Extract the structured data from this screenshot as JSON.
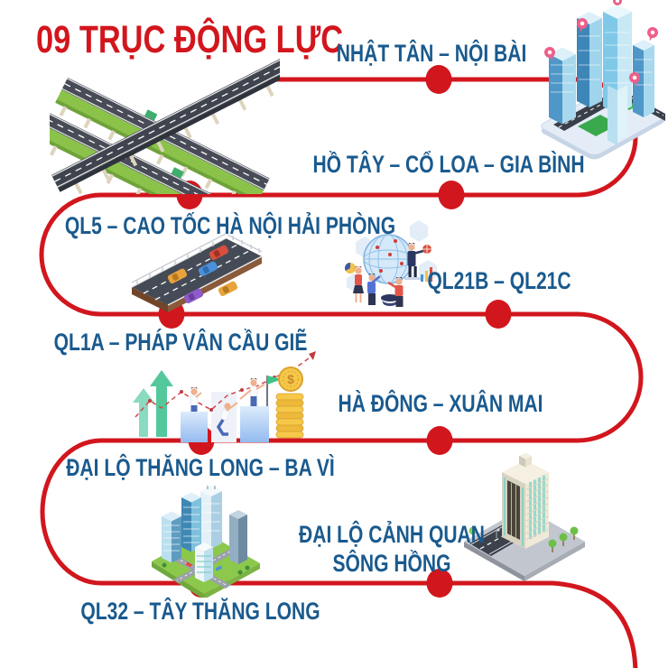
{
  "title": "09 TRỤC ĐỘNG LỰC",
  "routes": [
    {
      "label": "NHẬT TÂN – NỘI BÀI"
    },
    {
      "label": "HỒ TÂY – CỔ LOA – GIA BÌNH"
    },
    {
      "label": "QL5 – CAO TỐC HÀ NỘI HẢI PHÒNG"
    },
    {
      "label": "QL21B – QL21C"
    },
    {
      "label": "QL1A – PHÁP VÂN CẦU GIẼ"
    },
    {
      "label": "HÀ ĐÔNG – XUÂN MAI"
    },
    {
      "label": "ĐẠI LỘ THĂNG LONG – BA VÌ"
    },
    {
      "label": "ĐẠI LỘ CẢNH QUAN SÔNG HỒNG",
      "line1": "ĐẠI LỘ CẢNH QUAN",
      "line2": "SÔNG HỒNG"
    },
    {
      "label": "QL32 – TÂY THĂNG LONG"
    }
  ],
  "colors": {
    "accent_red": "#d2161d",
    "label_blue": "#1a5a8e"
  },
  "icons": [
    "highway-interchange-illustration",
    "smart-city-illustration",
    "highway-cars-illustration",
    "global-trade-illustration",
    "growth-chart-illustration",
    "office-building-illustration",
    "city-block-illustration"
  ]
}
